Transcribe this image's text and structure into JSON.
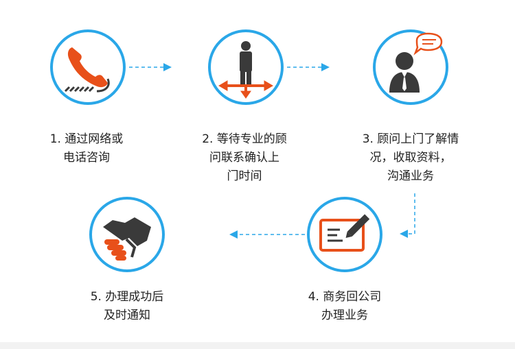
{
  "colors": {
    "circle_border": "#2aa7e8",
    "accent_orange": "#e8501a",
    "icon_dark": "#3a3a3a",
    "text": "#222222"
  },
  "steps": [
    {
      "number": "1",
      "lines": [
        "1. 通过网络或",
        "电话咨询"
      ],
      "icon": "phone-icon"
    },
    {
      "number": "2",
      "lines": [
        "2. 等待专业的顾",
        "问联系确认上",
        "门时间"
      ],
      "icon": "waiting-person-icon"
    },
    {
      "number": "3",
      "lines": [
        "3. 顾问上门了解情",
        "况，收取资料，",
        "沟通业务"
      ],
      "icon": "consultant-speech-icon"
    },
    {
      "number": "4",
      "lines": [
        "4. 商务回公司",
        "办理业务"
      ],
      "icon": "document-pen-icon"
    },
    {
      "number": "5",
      "lines": [
        "5. 办理成功后",
        "及时通知"
      ],
      "icon": "handshake-icon"
    }
  ]
}
